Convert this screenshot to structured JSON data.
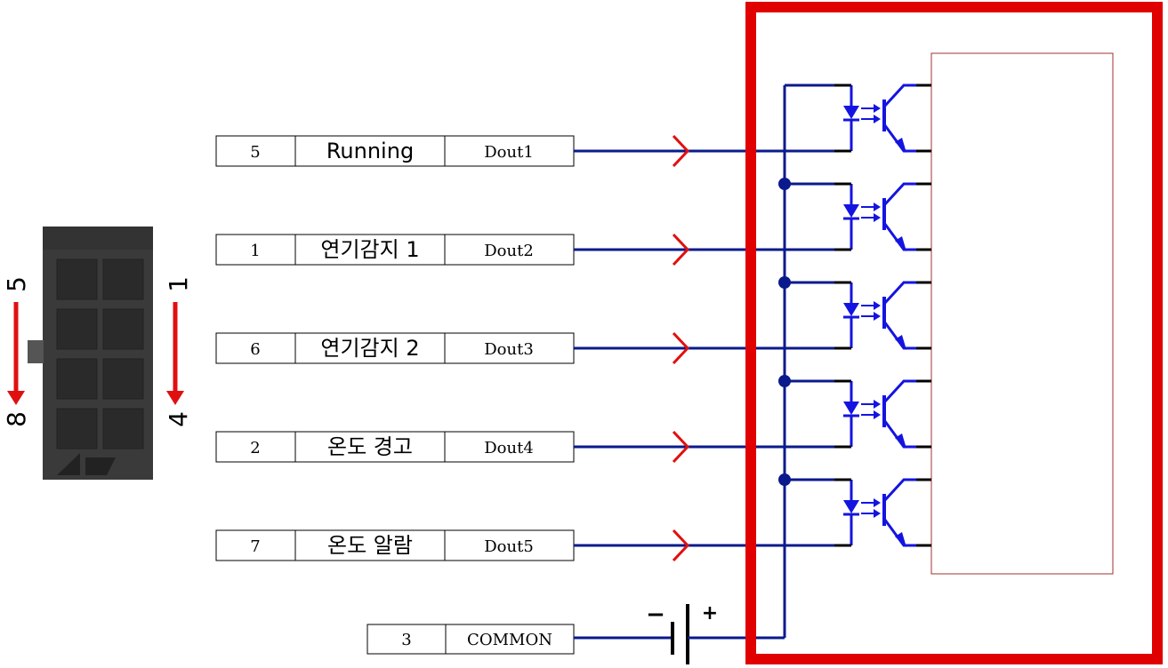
{
  "connector": {
    "left_pins": {
      "top": "5",
      "bottom": "8"
    },
    "right_pins": {
      "top": "1",
      "bottom": "4"
    }
  },
  "signals": [
    {
      "pin": "5",
      "name": "Running",
      "output": "Dout1"
    },
    {
      "pin": "1",
      "name": "연기감지 1",
      "output": "Dout2"
    },
    {
      "pin": "6",
      "name": "연기감지 2",
      "output": "Dout3"
    },
    {
      "pin": "2",
      "name": "온도 경고",
      "output": "Dout4"
    },
    {
      "pin": "7",
      "name": "온도 알람",
      "output": "Dout5"
    }
  ],
  "common": {
    "pin": "3",
    "label": "COMMON"
  },
  "battery": {
    "minus": "−",
    "plus": "+"
  },
  "colors": {
    "wire": "#0a1a8c",
    "optocoupler": "#1414e0",
    "arrow": "#e01010",
    "enclosure": "#e00000",
    "device_box": "#a03030",
    "connector_body": "#3a3a3a"
  }
}
